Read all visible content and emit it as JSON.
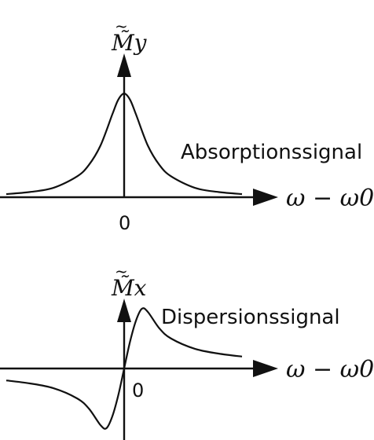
{
  "chart_data": [
    {
      "type": "line",
      "title": "Absorptionssignal",
      "ylabel": "M̃y",
      "xlabel": "ω − ω0",
      "x_ticks": [
        "0"
      ],
      "xlim": [
        -1,
        1
      ],
      "ylim": [
        0,
        1.15
      ],
      "grid": false,
      "series": [
        {
          "x": [
            -1.0,
            -0.8,
            -0.6,
            -0.4,
            -0.3,
            -0.2,
            -0.1,
            -0.05,
            0.0,
            0.05,
            0.1,
            0.2,
            0.3,
            0.4,
            0.6,
            0.8,
            1.0
          ],
          "values": [
            0.03,
            0.05,
            0.09,
            0.2,
            0.31,
            0.5,
            0.8,
            0.94,
            1.0,
            0.94,
            0.8,
            0.5,
            0.31,
            0.2,
            0.09,
            0.05,
            0.03
          ]
        }
      ]
    },
    {
      "type": "line",
      "title": "Dispersionssignal",
      "ylabel": "M̃x",
      "xlabel": "ω − ω0",
      "x_ticks": [
        "0"
      ],
      "xlim": [
        -1,
        1
      ],
      "ylim": [
        -1.1,
        1.1
      ],
      "grid": false,
      "series": [
        {
          "x": [
            -1.0,
            -0.8,
            -0.6,
            -0.4,
            -0.3,
            -0.2,
            -0.15,
            -0.1,
            -0.05,
            0.0,
            0.05,
            0.1,
            0.15,
            0.2,
            0.3,
            0.4,
            0.6,
            0.8,
            1.0
          ],
          "values": [
            -0.2,
            -0.25,
            -0.33,
            -0.5,
            -0.67,
            -0.95,
            -1.0,
            -0.8,
            -0.45,
            0.0,
            0.45,
            0.8,
            1.0,
            0.95,
            0.67,
            0.5,
            0.33,
            0.25,
            0.2
          ]
        }
      ]
    }
  ]
}
